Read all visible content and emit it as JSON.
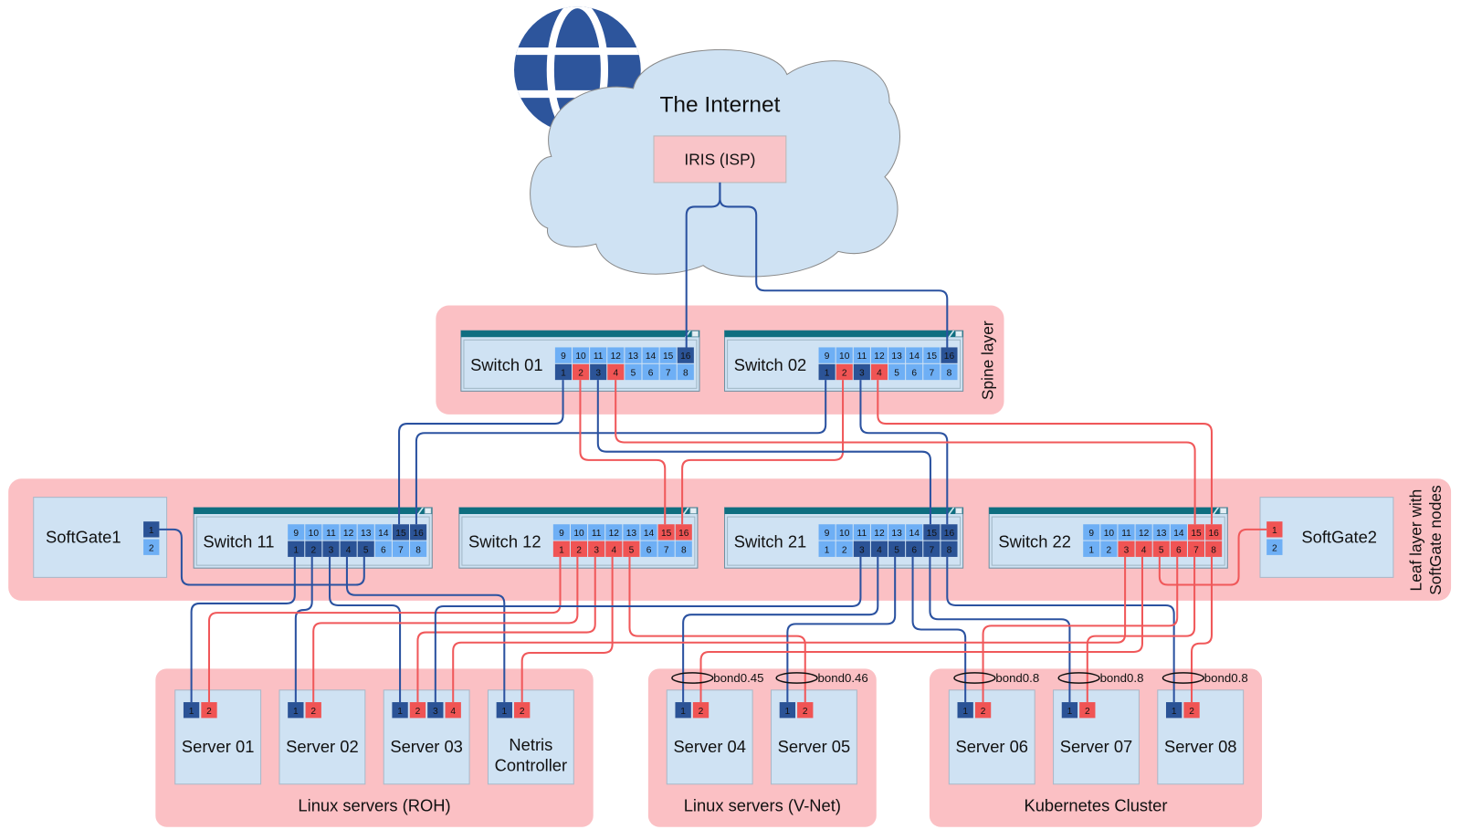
{
  "colors": {
    "link_blue": "#2b52a0",
    "link_red": "#f0585a",
    "port_blue": "#2b5396",
    "port_red": "#f05454",
    "port_idle": "#6eaff5",
    "region": "#fbc0c4",
    "node": "#cfe2f3",
    "switch_header": "#0e6e80",
    "globe": "#2d559c"
  },
  "internet": {
    "title": "The Internet",
    "isp": "IRIS (ISP)",
    "icon": "globe-icon"
  },
  "switch_port_layout": {
    "top_row": [
      9,
      10,
      11,
      12,
      13,
      14,
      15,
      16
    ],
    "bottom_row": [
      1,
      2,
      3,
      4,
      5,
      6,
      7,
      8
    ]
  },
  "spine": {
    "label": "Spine layer",
    "switches": [
      {
        "name": "Switch 01",
        "blue_ports": [
          1,
          3,
          16
        ],
        "red_ports": [
          2,
          4
        ]
      },
      {
        "name": "Switch 02",
        "blue_ports": [
          1,
          3,
          16
        ],
        "red_ports": [
          2,
          4
        ]
      }
    ]
  },
  "leaf": {
    "label_line1": "Leaf layer with",
    "label_line2": "SoftGate nodes",
    "switches": [
      {
        "name": "Switch 11",
        "blue_ports": [
          1,
          2,
          3,
          4,
          5,
          15,
          16
        ],
        "red_ports": []
      },
      {
        "name": "Switch 12",
        "blue_ports": [],
        "red_ports": [
          1,
          2,
          3,
          4,
          5,
          15,
          16
        ]
      },
      {
        "name": "Switch 21",
        "blue_ports": [
          3,
          4,
          5,
          6,
          7,
          8,
          15,
          16
        ],
        "red_ports": []
      },
      {
        "name": "Switch 22",
        "blue_ports": [],
        "red_ports": [
          3,
          4,
          5,
          6,
          7,
          8,
          15,
          16
        ]
      }
    ],
    "softgates": [
      {
        "name": "SoftGate1",
        "ports": [
          "blue",
          "idle"
        ]
      },
      {
        "name": "SoftGate2",
        "ports": [
          "red",
          "idle"
        ]
      }
    ]
  },
  "groups": [
    {
      "label": "Linux servers (ROH)",
      "servers": [
        {
          "name_lines": [
            "Server 01"
          ],
          "ports": [
            "blue",
            "red"
          ]
        },
        {
          "name_lines": [
            "Server 02"
          ],
          "ports": [
            "blue",
            "red"
          ]
        },
        {
          "name_lines": [
            "Server 03"
          ],
          "ports": [
            "blue",
            "red",
            "blue",
            "red"
          ]
        },
        {
          "name_lines": [
            "Netris",
            "Controller"
          ],
          "ports": [
            "blue",
            "red"
          ]
        }
      ]
    },
    {
      "label": "Linux servers (V-Net)",
      "servers": [
        {
          "name_lines": [
            "Server 04"
          ],
          "ports": [
            "blue",
            "red"
          ],
          "bond": "bond0.45"
        },
        {
          "name_lines": [
            "Server 05"
          ],
          "ports": [
            "blue",
            "red"
          ],
          "bond": "bond0.46"
        }
      ]
    },
    {
      "label": "Kubernetes Cluster",
      "servers": [
        {
          "name_lines": [
            "Server 06"
          ],
          "ports": [
            "blue",
            "red"
          ],
          "bond": "bond0.8"
        },
        {
          "name_lines": [
            "Server 07"
          ],
          "ports": [
            "blue",
            "red"
          ],
          "bond": "bond0.8"
        },
        {
          "name_lines": [
            "Server 08"
          ],
          "ports": [
            "blue",
            "red"
          ],
          "bond": "bond0.8"
        }
      ]
    }
  ],
  "links": [
    {
      "from": "IRIS (ISP)",
      "to": "Switch 01:16",
      "color": "blue"
    },
    {
      "from": "IRIS (ISP)",
      "to": "Switch 02:16",
      "color": "blue"
    },
    {
      "from": "Switch 01:1",
      "to": "Switch 11:15",
      "color": "blue"
    },
    {
      "from": "Switch 02:1",
      "to": "Switch 11:16",
      "color": "blue"
    },
    {
      "from": "Switch 01:2",
      "to": "Switch 12:15",
      "color": "red"
    },
    {
      "from": "Switch 02:2",
      "to": "Switch 12:16",
      "color": "red"
    },
    {
      "from": "Switch 01:3",
      "to": "Switch 21:15",
      "color": "blue"
    },
    {
      "from": "Switch 02:3",
      "to": "Switch 21:16",
      "color": "blue"
    },
    {
      "from": "Switch 01:4",
      "to": "Switch 22:15",
      "color": "red"
    },
    {
      "from": "Switch 02:4",
      "to": "Switch 22:16",
      "color": "red"
    },
    {
      "from": "Switch 11:1",
      "to": "Server 01:1",
      "color": "blue"
    },
    {
      "from": "Switch 11:2",
      "to": "Server 02:1",
      "color": "blue"
    },
    {
      "from": "Switch 11:3",
      "to": "Server 03:1",
      "color": "blue"
    },
    {
      "from": "Switch 11:4",
      "to": "Netris Controller:1",
      "color": "blue"
    },
    {
      "from": "Switch 11:5",
      "to": "SoftGate1:1",
      "color": "blue"
    },
    {
      "from": "Switch 12:1",
      "to": "Server 01:2",
      "color": "red"
    },
    {
      "from": "Switch 12:2",
      "to": "Server 02:2",
      "color": "red"
    },
    {
      "from": "Switch 12:3",
      "to": "Server 03:2",
      "color": "red"
    },
    {
      "from": "Switch 12:4",
      "to": "Netris Controller:2",
      "color": "red"
    },
    {
      "from": "Switch 12:5",
      "to": "Server 05:2",
      "color": "red"
    },
    {
      "from": "Switch 21:3",
      "to": "Server 03:3",
      "color": "blue"
    },
    {
      "from": "Switch 21:4",
      "to": "Server 04:1",
      "color": "blue"
    },
    {
      "from": "Switch 21:5",
      "to": "Server 05:1",
      "color": "blue"
    },
    {
      "from": "Switch 21:6",
      "to": "Server 06:1",
      "color": "blue"
    },
    {
      "from": "Switch 21:7",
      "to": "Server 07:1",
      "color": "blue"
    },
    {
      "from": "Switch 21:8",
      "to": "Server 08:1",
      "color": "blue"
    },
    {
      "from": "Switch 22:3",
      "to": "Server 03:4",
      "color": "red"
    },
    {
      "from": "Switch 22:4",
      "to": "Server 04:2",
      "color": "red"
    },
    {
      "from": "Switch 22:5",
      "to": "SoftGate2:1",
      "color": "red"
    },
    {
      "from": "Switch 22:6",
      "to": "Server 06:2",
      "color": "red"
    },
    {
      "from": "Switch 22:7",
      "to": "Server 07:2",
      "color": "red"
    },
    {
      "from": "Switch 22:8",
      "to": "Server 08:2",
      "color": "red"
    }
  ]
}
